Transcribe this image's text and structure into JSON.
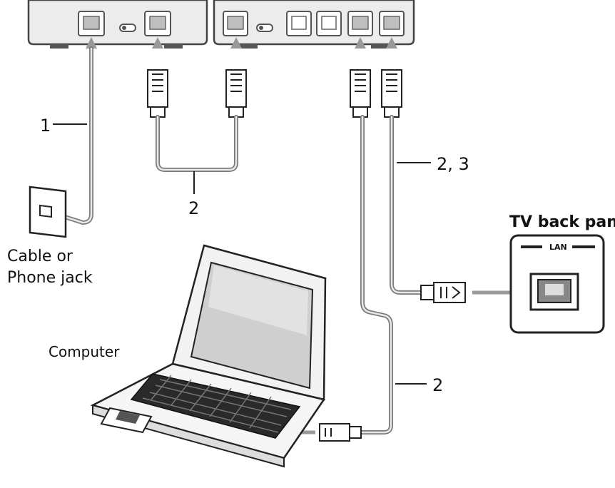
{
  "labels": {
    "cable1": "1",
    "cable2_top": "2",
    "cable23": "2, 3",
    "cable2_bottom": "2",
    "jack_line1": "Cable or",
    "jack_line2": "Phone jack",
    "computer": "Computer",
    "tv_panel_title": "TV back panel",
    "lan": "LAN"
  }
}
